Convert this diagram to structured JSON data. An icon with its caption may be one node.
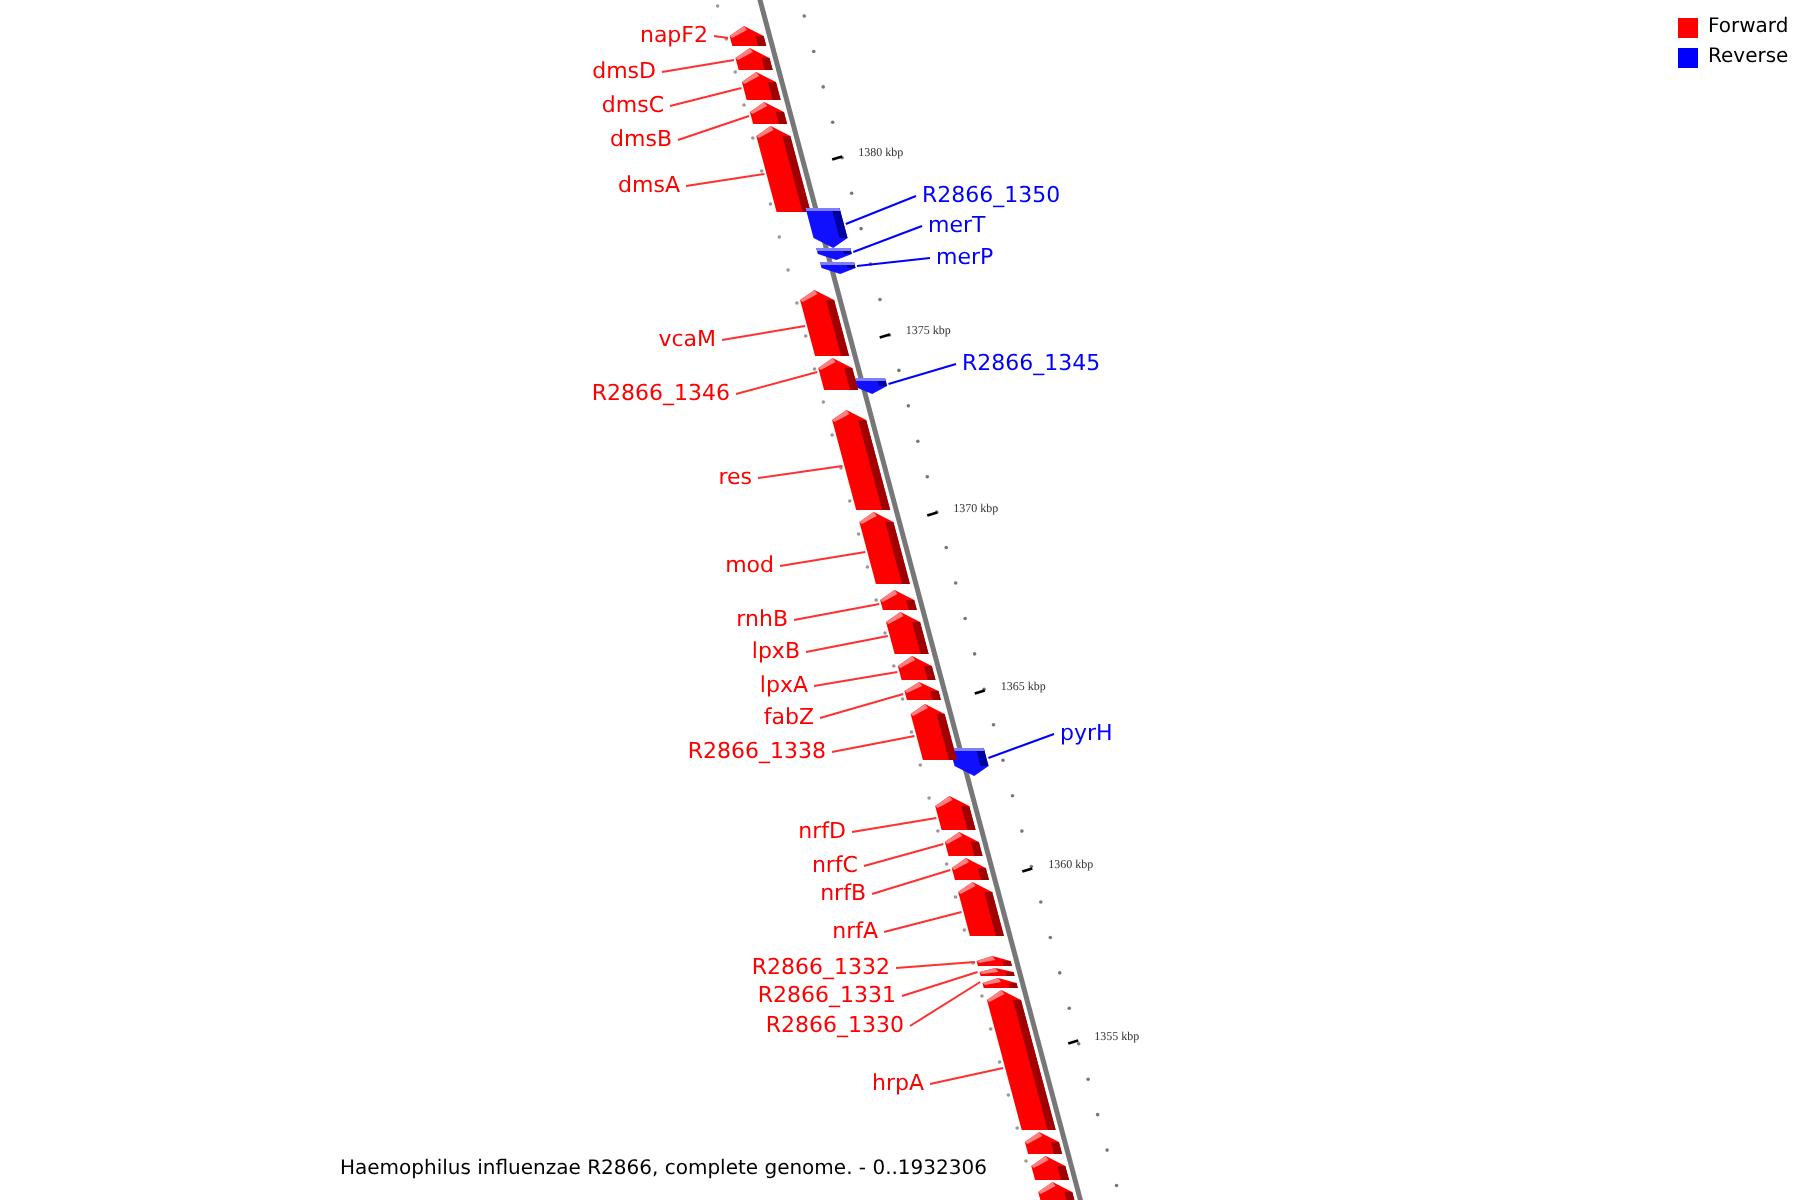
{
  "diagram": {
    "caption": "Haemophilus influenzae R2866, complete genome. - 0..1932306",
    "nodes": [
      {
        "text": [
          "napF2"
        ]
      },
      {
        "text": [],
        "shape": "bar"
      },
      {
        "text": [
          "dmsD"
        ]
      },
      {
        "text": [],
        "shape": "bar"
      },
      {
        "text": [
          "dmsC"
        ]
      },
      {
        "text": [],
        "shape": "bar"
      },
      {
        "text": [
          "dmsB"
        ]
      },
      {
        "text": [],
        "shape": "bar"
      },
      {
        "text": [
          "dmsA"
        ]
      },
      {
        "text": [],
        "shape": "bar"
      },
      {
        "text": [
          "R2866_1350"
        ]
      },
      {
        "text": [],
        "shape": "bar"
      },
      {
        "text": [
          "merT"
        ]
      },
      {
        "text": [],
        "shape": "bar"
      },
      {
        "text": [
          "merP"
        ]
      },
      {
        "text": [],
        "shape": "bar"
      },
      {
        "text": [
          "vcaM"
        ]
      },
      {
        "text": [],
        "shape": "bar"
      },
      {
        "text": [
          "R2866_1345"
        ]
      },
      {
        "text": [],
        "shape": "bar"
      },
      {
        "text": [
          "R2866_1346"
        ]
      },
      {
        "text": [],
        "shape": "bar"
      },
      {
        "text": [
          "res"
        ]
      },
      {
        "text": [],
        "shape": "bar"
      },
      {
        "text": [
          "mod"
        ]
      },
      {
        "text": [],
        "shape": "bar"
      },
      {
        "text": [
          "rnhB"
        ]
      },
      {
        "text": [],
        "shape": "bar"
      },
      {
        "text": [
          "lpxB"
        ]
      },
      {
        "text": [],
        "shape": "bar"
      },
      {
        "text": [
          "lpxA"
        ]
      },
      {
        "text": [],
        "shape": "bar"
      },
      {
        "text": [
          "fabZ"
        ]
      },
      {
        "text": [],
        "shape": "bar"
      },
      {
        "text": [
          "pyrH"
        ]
      },
      {
        "text": [],
        "shape": "bar"
      },
      {
        "text": [
          "R2866_1338"
        ]
      },
      {
        "text": [],
        "shape": "bar"
      },
      {
        "text": [
          "nrfD"
        ]
      },
      {
        "text": [],
        "shape": "bar"
      },
      {
        "text": [
          "nrfC"
        ]
      },
      {
        "text": [],
        "shape": "bar"
      },
      {
        "text": [
          "nrfB"
        ]
      },
      {
        "text": [],
        "shape": "bar"
      },
      {
        "text": [
          "nrfA"
        ]
      },
      {
        "text": [],
        "shape": "bar"
      },
      {
        "text": [
          "R2866_1332"
        ]
      },
      {
        "text": [],
        "shape": "bar"
      },
      {
        "text": [
          "R2866_1331"
        ]
      },
      {
        "text": [],
        "shape": "bar"
      },
      {
        "text": [
          "R2866_1330"
        ]
      },
      {
        "text": [],
        "shape": "bar"
      },
      {
        "text": [
          "hrpA"
        ]
      },
      {
        "text": [],
        "shape": "bar"
      },
      {
        "text": [],
        "shape": "bar"
      },
      {
        "text": [],
        "shape": "bar"
      },
      {
        "text": [],
        "shape": "bar"
      }
    ],
    "edges": [
      {
        "from": 0,
        "to": 1,
        "arrow": "none"
      },
      {
        "from": 2,
        "to": 3,
        "arrow": "none"
      },
      {
        "from": 4,
        "to": 5,
        "arrow": "none"
      },
      {
        "from": 6,
        "to": 7,
        "arrow": "none"
      },
      {
        "from": 8,
        "to": 9,
        "arrow": "none"
      },
      {
        "from": 10,
        "to": 11,
        "arrow": "none",
        "color": "#0000ff"
      },
      {
        "from": 12,
        "to": 13,
        "arrow": "none",
        "color": "#0000ff"
      },
      {
        "from": 14,
        "to": 15,
        "arrow": "none",
        "color": "#0000ff"
      },
      {
        "from": 16,
        "to": 17,
        "arrow": "none"
      },
      {
        "from": 18,
        "to": 19,
        "arrow": "none",
        "color": "#0000ff"
      },
      {
        "from": 20,
        "to": 21,
        "arrow": "none"
      },
      {
        "from": 22,
        "to": 23,
        "arrow": "none"
      },
      {
        "from": 24,
        "to": 25,
        "arrow": "none"
      },
      {
        "from": 26,
        "to": 27,
        "arrow": "none"
      },
      {
        "from": 28,
        "to": 29,
        "arrow": "none"
      },
      {
        "from": 30,
        "to": 31,
        "arrow": "none"
      },
      {
        "from": 32,
        "to": 33,
        "arrow": "none"
      },
      {
        "from": 34,
        "to": 35,
        "arrow": "none",
        "color": "#0000ff"
      },
      {
        "from": 36,
        "to": 37,
        "arrow": "none"
      },
      {
        "from": 38,
        "to": 39,
        "arrow": "none"
      },
      {
        "from": 40,
        "to": 41,
        "arrow": "none"
      },
      {
        "from": 42,
        "to": 43,
        "arrow": "none"
      },
      {
        "from": 44,
        "to": 45,
        "arrow": "none"
      },
      {
        "from": 46,
        "to": 47,
        "arrow": "none"
      },
      {
        "from": 48,
        "to": 49,
        "arrow": "none"
      },
      {
        "from": 50,
        "to": 51,
        "arrow": "none"
      },
      {
        "from": 52,
        "to": 53,
        "arrow": "none"
      }
    ],
    "labels": [
      "1380 kbp",
      "1375 kbp",
      "1370 kbp",
      "1365 kbp",
      "1360 kbp",
      "1355 kbp"
    ],
    "legend": [
      {
        "text": "Forward",
        "color": "#ff0000"
      },
      {
        "text": "Reverse",
        "color": "#0000ff"
      }
    ]
  }
}
